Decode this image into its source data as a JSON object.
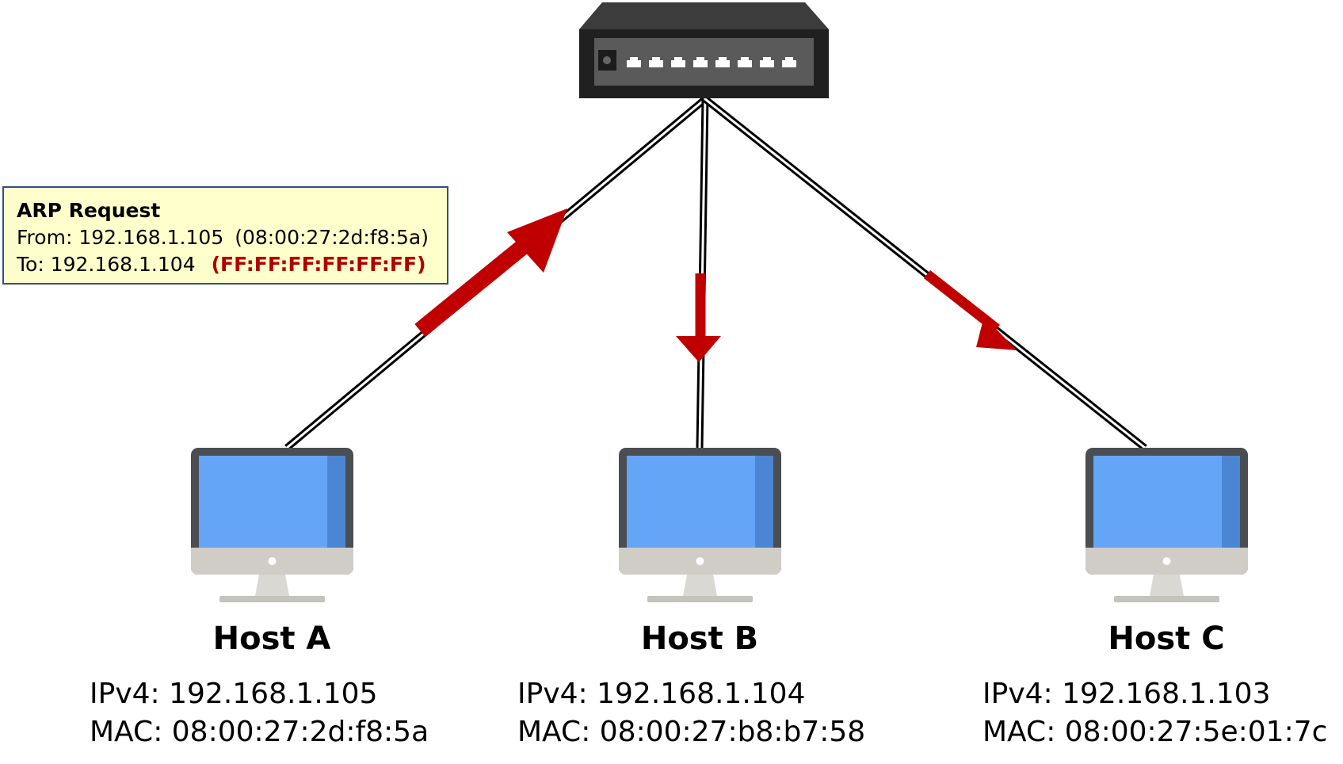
{
  "arp_request": {
    "title": "ARP Request",
    "from_label": "From:",
    "from_ip": "192.168.1.105",
    "from_mac": "(08:00:27:2d:f8:5a)",
    "to_label": "To:",
    "to_ip": "192.168.1.104",
    "to_mac": "(FF:FF:FF:FF:FF:FF)"
  },
  "switch": {
    "icon": "network-switch-icon",
    "ports": 8
  },
  "hosts": [
    {
      "name": "Host A",
      "ipv4": "IPv4:  192.168.1.105",
      "mac": "MAC:  08:00:27:2d:f8:5a",
      "icon": "computer-monitor-icon"
    },
    {
      "name": "Host B",
      "ipv4": "IPv4:  192.168.1.104",
      "mac": "MAC:  08:00:27:b8:b7:58",
      "icon": "computer-monitor-icon"
    },
    {
      "name": "Host C",
      "ipv4": "IPv4:  192.168.1.103",
      "mac": "MAC:  08:00:27:5e:01:7c",
      "icon": "computer-monitor-icon"
    }
  ],
  "colors": {
    "arrow": "#c00000",
    "screen": "#64a5f7",
    "monitor_frame": "#4a4d51",
    "monitor_stand": "#cfcdc6",
    "switch_body": "#3c3c3c",
    "note_background": "#ffffcc",
    "note_border": "#2f4f8f"
  }
}
